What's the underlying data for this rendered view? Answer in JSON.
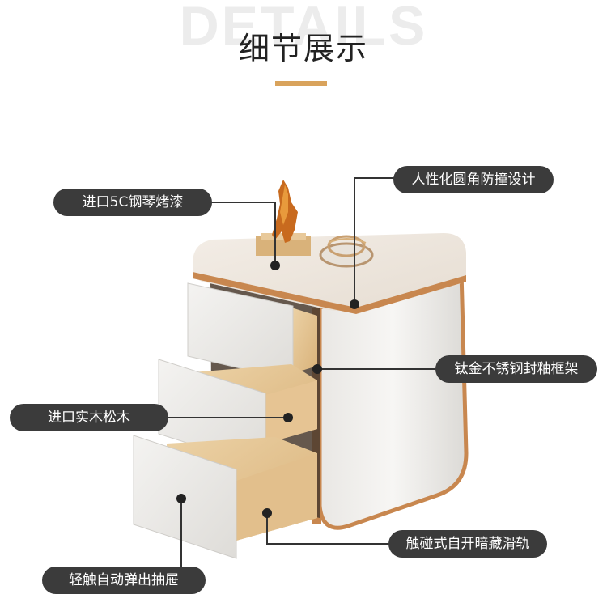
{
  "header": {
    "background_word": "DETAILS",
    "title": "细节展示",
    "accent_color": "#d9a35c"
  },
  "callouts": {
    "c1": "进口5C钢琴烤漆",
    "c2": "人性化圆角防撞设计",
    "c3": "钛金不锈钢封釉框架",
    "c4": "进口实木松木",
    "c5": "触碰式自开暗藏滑轨",
    "c6": "轻触自动弹出抽屉"
  },
  "colors": {
    "pill": "#3b3b3b",
    "cabinet": "#f1efec",
    "gold_trim": "#c8874f",
    "wood": "#e3c28f"
  }
}
